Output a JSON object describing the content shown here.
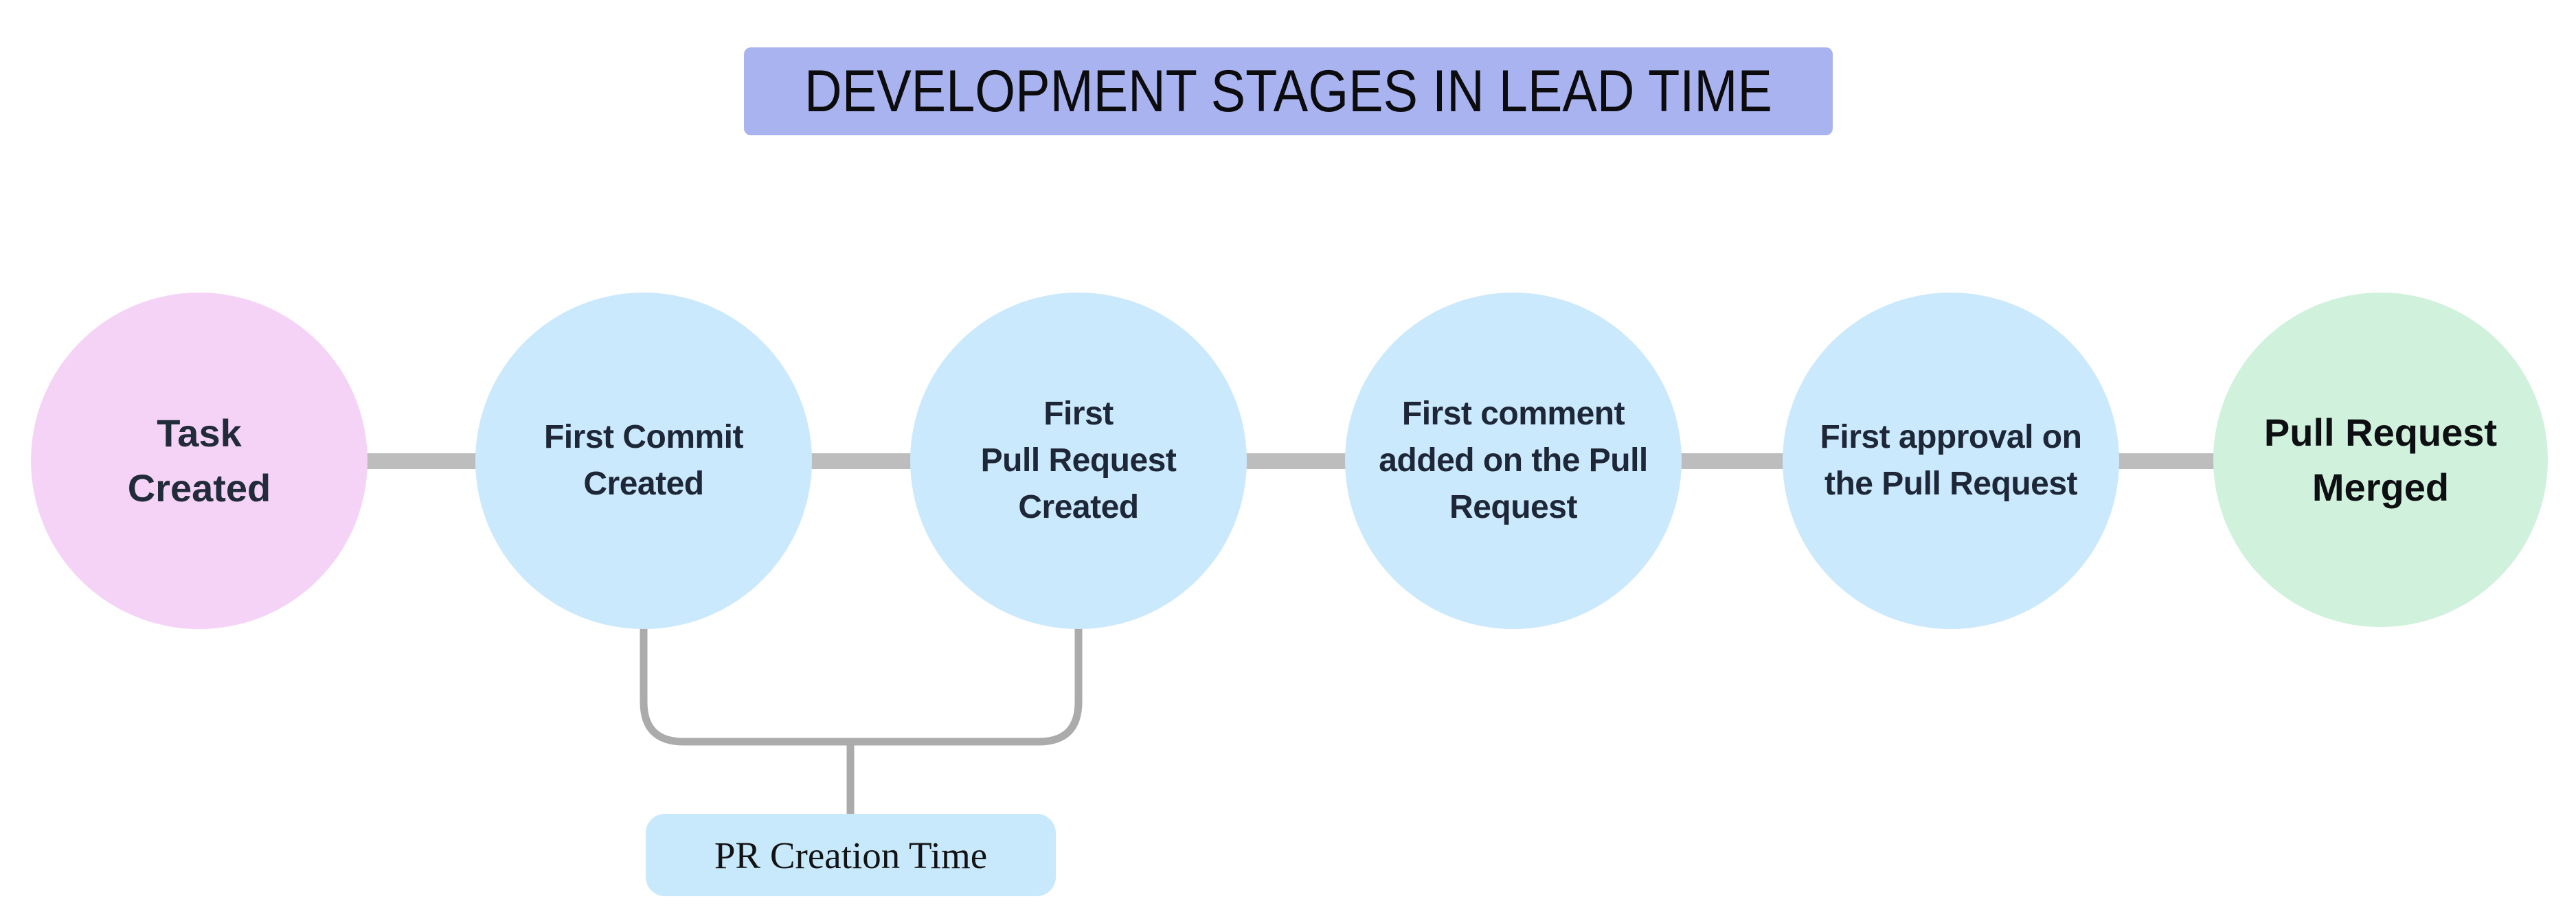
{
  "title": {
    "text": "DEVELOPMENT STAGES IN LEAD TIME",
    "bg_color": "#a9b3ef",
    "text_color": "#0c0c0f"
  },
  "stages": [
    {
      "label": "Task\nCreated",
      "fill": "#f5d3f7",
      "text_color": "#222b3a"
    },
    {
      "label": "First Commit\nCreated",
      "fill": "#cbe9fc",
      "text_color": "#1d2737"
    },
    {
      "label": "First\nPull Request\nCreated",
      "fill": "#cbe9fc",
      "text_color": "#1d2737"
    },
    {
      "label": "First comment\nadded on the Pull\nRequest",
      "fill": "#cbe9fc",
      "text_color": "#1d2737"
    },
    {
      "label": "First approval on\nthe Pull Request",
      "fill": "#cbe9fc",
      "text_color": "#1d2737"
    },
    {
      "label": "Pull Request\nMerged",
      "fill": "#d0f1dc",
      "text_color": "#0e0f12"
    }
  ],
  "connector": {
    "color": "#bdbdbd"
  },
  "bracket": {
    "color": "#ababab",
    "label": "PR Creation Time",
    "label_bg": "#c8e8fc",
    "label_text_color": "#131313"
  }
}
